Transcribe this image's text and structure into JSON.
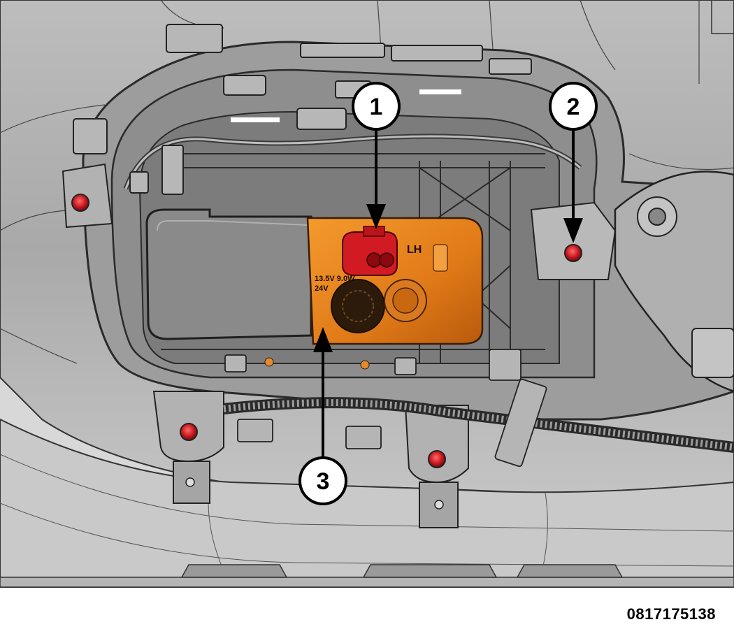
{
  "callouts": [
    {
      "number": "1",
      "part": "bulb-socket-connector"
    },
    {
      "number": "2",
      "part": "mounting-fastener"
    },
    {
      "number": "3",
      "part": "bulb-socket"
    }
  ],
  "module_labels": {
    "side": "LH",
    "rating_line1": "13.5V 9.0W",
    "rating_line2": "24V"
  },
  "document_number": "0817175138",
  "colors": {
    "socket_orange": "#e07a18",
    "connector_red": "#d21a22",
    "fastener_red": "#c8181e",
    "housing_gray": "#8e8e8e"
  }
}
